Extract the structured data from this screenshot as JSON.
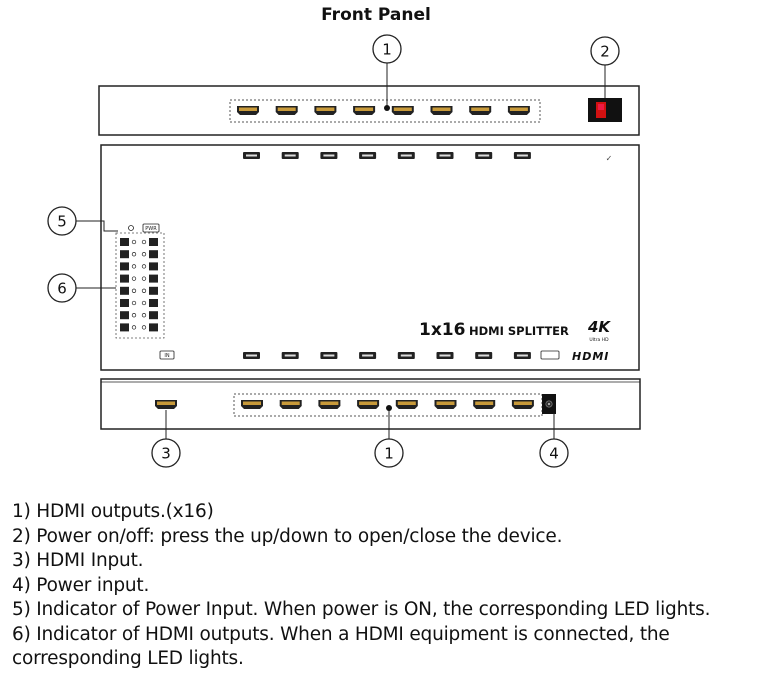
{
  "title": "Front Panel",
  "callouts": [
    "1",
    "2",
    "5",
    "6",
    "3",
    "1",
    "4"
  ],
  "panel": {
    "product_name": "1x16",
    "product_sub": "HDMI SPLITTER",
    "badge_4k": "4K",
    "badge_sub": "Ultra HD",
    "brand": "HDMI"
  },
  "legend": [
    "1) HDMI outputs.(x16)",
    "2) Power on/off: press the up/down to open/close the device.",
    "3) HDMI Input.",
    "4) Power input.",
    "5) Indicator of Power Input. When power is ON, the corresponding LED lights.",
    "6) Indicator of HDMI outputs. When a HDMI equipment is connected, the corresponding LED lights."
  ],
  "colors": {
    "port_fill": "#c89a3a",
    "line": "#222222",
    "switch_red": "#d11111"
  }
}
